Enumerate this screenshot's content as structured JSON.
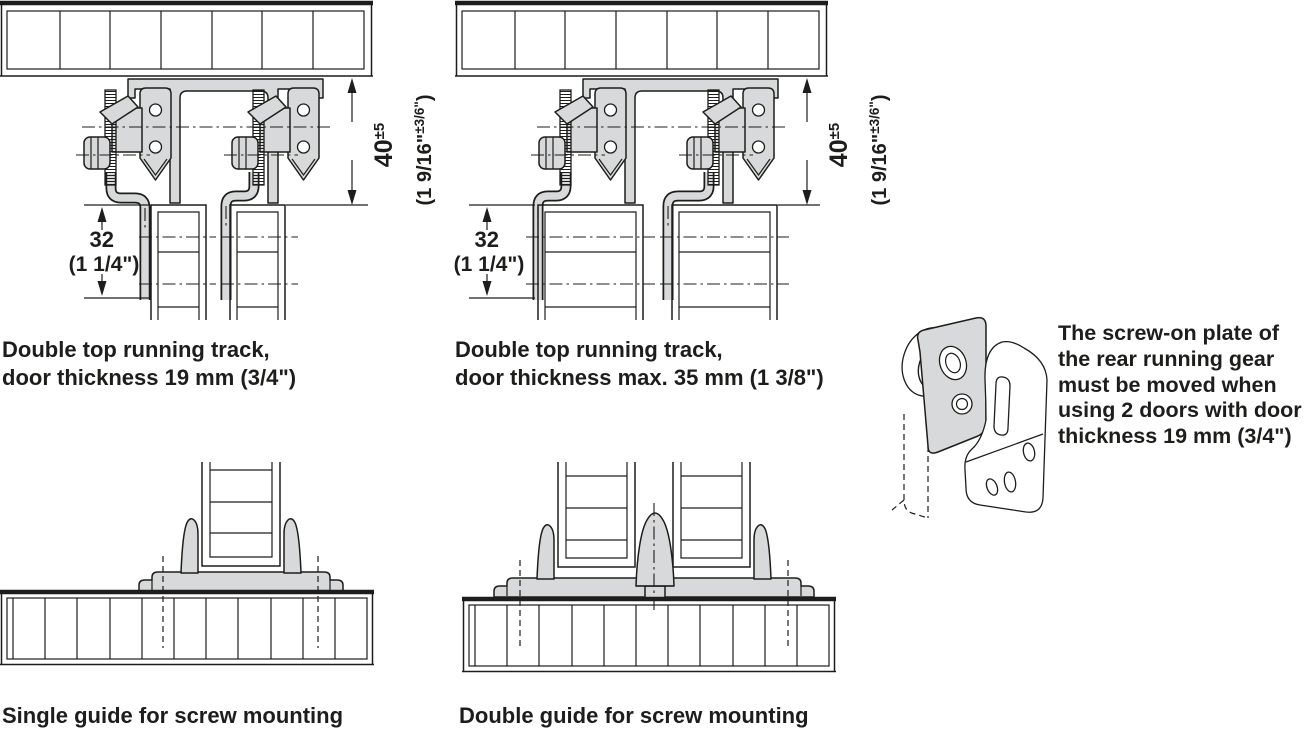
{
  "colors": {
    "line": "#1d1d1b",
    "metal_gray": "#d8d9da",
    "background": "#ffffff"
  },
  "captions": {
    "top_left_line1": "Double top running track,",
    "top_left_line2": "door thickness 19 mm (3/4\")",
    "top_middle_line1": "Double top running track,",
    "top_middle_line2": "door thickness max. 35 mm (1 3/8\")",
    "bottom_left": "Single guide for screw mounting",
    "bottom_middle": "Double guide for screw mounting"
  },
  "note": {
    "lines": [
      "The screw-on plate of",
      "the rear running gear",
      "must be moved when",
      "using 2 doors with door",
      "thickness 19 mm (3/4\")"
    ]
  },
  "dimensions": {
    "suspension_height": {
      "metric": "40",
      "metric_tolerance": "±5",
      "imperial_open": "(1 9/16\"",
      "imperial_tolerance": "±3/6\"",
      "imperial_close": ")"
    },
    "strap_offset": {
      "metric": "32",
      "imperial": "(1 1/4\")"
    }
  }
}
